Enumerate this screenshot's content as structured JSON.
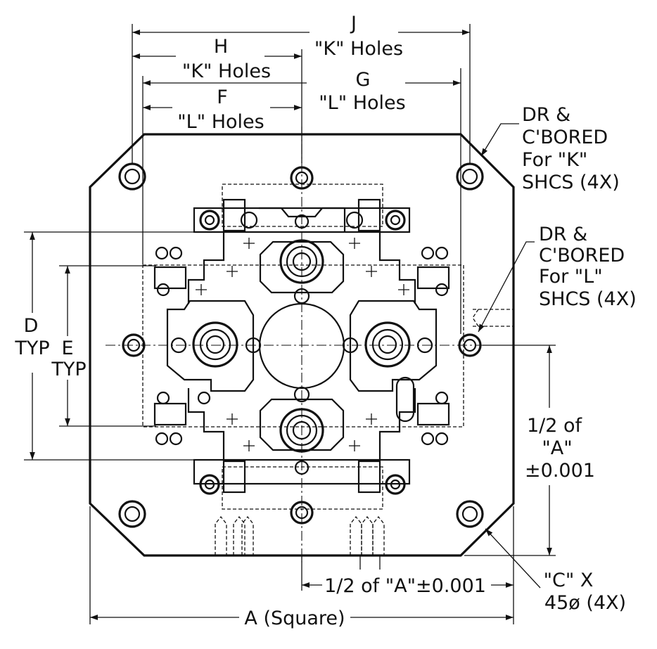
{
  "labels": {
    "j": "J",
    "k_holes_1": "\"K\" Holes",
    "h": "H",
    "k_holes_2": "\"K\" Holes",
    "g": "G",
    "l_holes_1": "\"L\" Holes",
    "f": "F",
    "l_holes_2": "\"L\" Holes",
    "note_k_1": "DR &",
    "note_k_2": "C'BORED",
    "note_k_3": "For \"K\"",
    "note_k_4": "SHCS (4X)",
    "note_l_1": "DR &",
    "note_l_2": "C'BORED",
    "note_l_3": "For \"L\"",
    "note_l_4": "SHCS (4X)",
    "d": "D",
    "typ_1": "TYP",
    "e": "E",
    "typ_2": "TYP",
    "half_a_1": "1/2 of",
    "half_a_2": "\"A\"",
    "half_a_3": "±0.001",
    "half_a_bottom": "1/2 of \"A\"±0.001",
    "chamfer_1": "\"C\" X",
    "chamfer_2": "45ø (4X)",
    "a_square": "A (Square)"
  },
  "colors": {
    "plate": "#e4e4e4",
    "ink": "#111111",
    "k_hole": "#f3efc4",
    "l_hole": "#dfeff0"
  }
}
